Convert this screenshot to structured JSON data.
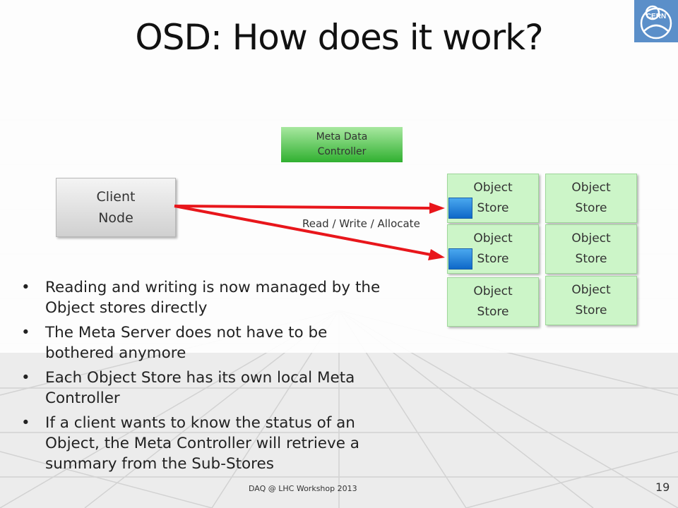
{
  "slide": {
    "title": "OSD: How does it work?",
    "footer": "DAQ @ LHC Workshop 2013",
    "page_number": "19"
  },
  "logo": {
    "text": "CERN",
    "icon": "cern-logo-icon"
  },
  "diagram": {
    "meta_controller": {
      "line1": "Meta Data",
      "line2": "Controller"
    },
    "client": {
      "line1": "Client",
      "line2": "Node"
    },
    "arrow_label": "Read / Write / Allocate",
    "stores": [
      {
        "line1": "Object",
        "line2": "Store"
      },
      {
        "line1": "Object",
        "line2": "Store"
      },
      {
        "line1": "Object",
        "line2": "Store"
      },
      {
        "line1": "Object",
        "line2": "Store"
      },
      {
        "line1": "Object",
        "line2": "Store"
      },
      {
        "line1": "Object",
        "line2": "Store"
      }
    ]
  },
  "bullets": [
    "Reading and writing is now managed by the Object stores directly",
    "The Meta Server does not have to be bothered anymore",
    "Each Object Store has its own local Meta Controller",
    "If a client wants to know the status of an Object, the Meta Controller will retrieve a summary from the Sub-Stores"
  ],
  "colors": {
    "arrow": "#e8161b",
    "store_fill": "#ccf5c8",
    "controller_fill": "#3cb43c",
    "blue_square": "#1a7ad8"
  }
}
